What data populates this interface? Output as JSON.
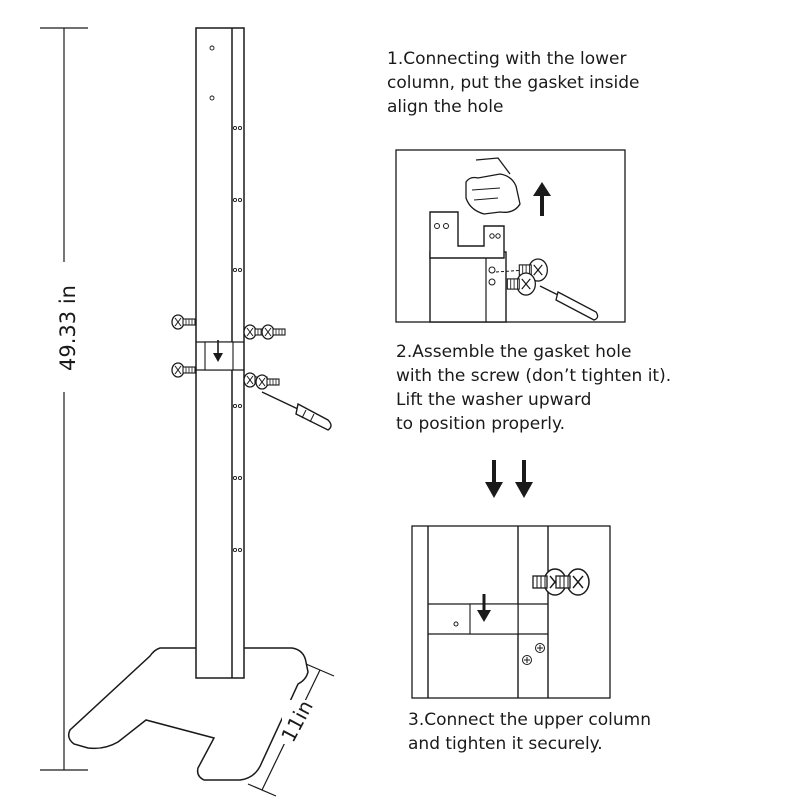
{
  "steps": [
    {
      "lines": [
        "1.Connecting with the lower",
        "column, put the gasket inside",
        "align the hole"
      ]
    },
    {
      "lines": [
        "2.Assemble the gasket hole",
        "with the screw (don’t tighten it).",
        "Lift the washer upward",
        "to position properly."
      ]
    },
    {
      "lines": [
        "3.Connect the upper column",
        "and tighten it securely."
      ]
    }
  ],
  "dimensions": {
    "height": "49.33 in",
    "width": "11in"
  },
  "icons": {
    "lift": "arrow-up-icon",
    "next_step": "double-arrow-down-icon",
    "align": "arrow-down-icon",
    "tool": "screwdriver-icon",
    "fastener": "screw-icon"
  },
  "colors": {
    "line": "#1a1a1a",
    "fill": "#ffffff"
  }
}
